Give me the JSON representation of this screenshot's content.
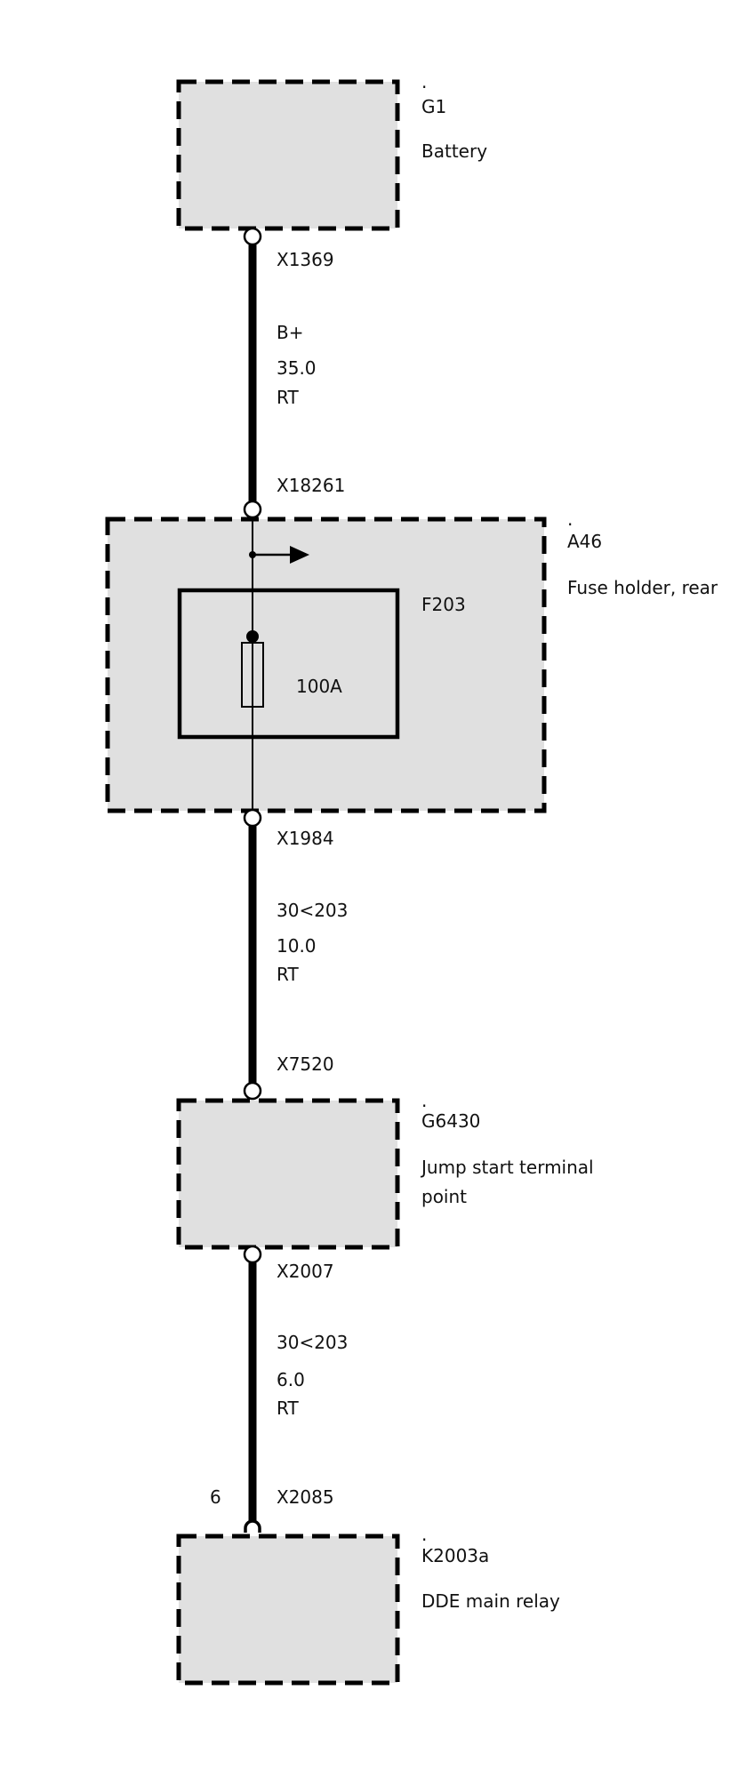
{
  "components": [
    {
      "dot": ".",
      "id": "G1",
      "name": "Battery"
    },
    {
      "dot": ".",
      "id": "A46",
      "name": "Fuse holder, rear"
    },
    {
      "dot": ".",
      "id": "G6430",
      "name_line1": "Jump start terminal",
      "name_line2": "point"
    },
    {
      "dot": ".",
      "id": "K2003a",
      "name": "DDE main relay"
    }
  ],
  "fuse": {
    "id": "F203",
    "rating": "100A"
  },
  "connectors": {
    "x1369": "X1369",
    "x18261": "X18261",
    "x1984": "X1984",
    "x7520": "X7520",
    "x2007": "X2007",
    "x2085": "X2085",
    "x2085_pin": "6"
  },
  "wires": [
    {
      "signal": "B+",
      "cross_section": "35.0",
      "color": "RT"
    },
    {
      "signal": "30<203",
      "cross_section": "10.0",
      "color": "RT"
    },
    {
      "signal": "30<203",
      "cross_section": "6.0",
      "color": "RT"
    }
  ],
  "colors": {
    "component_fill": "#e0e0e0",
    "line": "#000000",
    "text": "#111111"
  }
}
